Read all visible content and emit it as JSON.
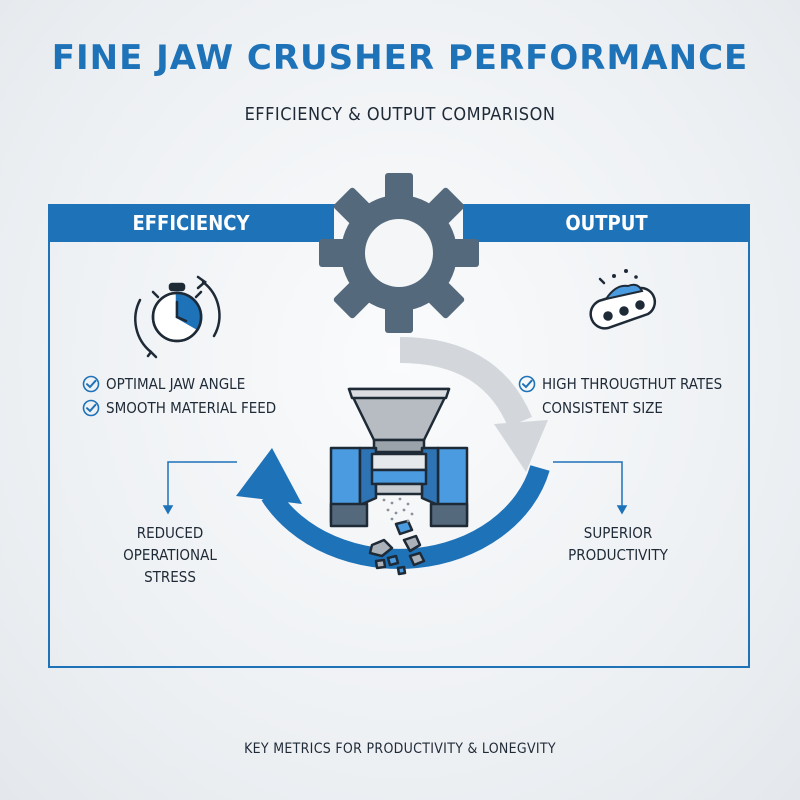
{
  "title": "FINE JAW CRUSHER PERFORMANCE",
  "subtitle": "EFFICIENCY & OUTPUT COMPARISON",
  "efficiency": {
    "heading": "EFFICIENCY",
    "icon": "stopwatch-icon",
    "items": [
      "OPTIMAL JAW ANGLE",
      "SMOOTH MATERIAL FEED"
    ],
    "note_lines": [
      "REDUCED",
      "OPERATIONAL",
      "STRESS"
    ]
  },
  "output": {
    "heading": "OUTPUT",
    "icon": "conveyor-icon",
    "items": [
      "HIGH THROUGTHUT RATES",
      "CONSISTENT SIZE"
    ],
    "note_lines": [
      "SUPERIOR",
      "PRODUCTIVITY"
    ]
  },
  "footer": "KEY METRICS FOR PRODUCTIVITY & LONEGVITY",
  "colors": {
    "brand_blue": "#1e72b8",
    "gear_gray": "#55697c",
    "arrow_gray": "#d3d7db",
    "dark_text": "#1f2a37"
  }
}
